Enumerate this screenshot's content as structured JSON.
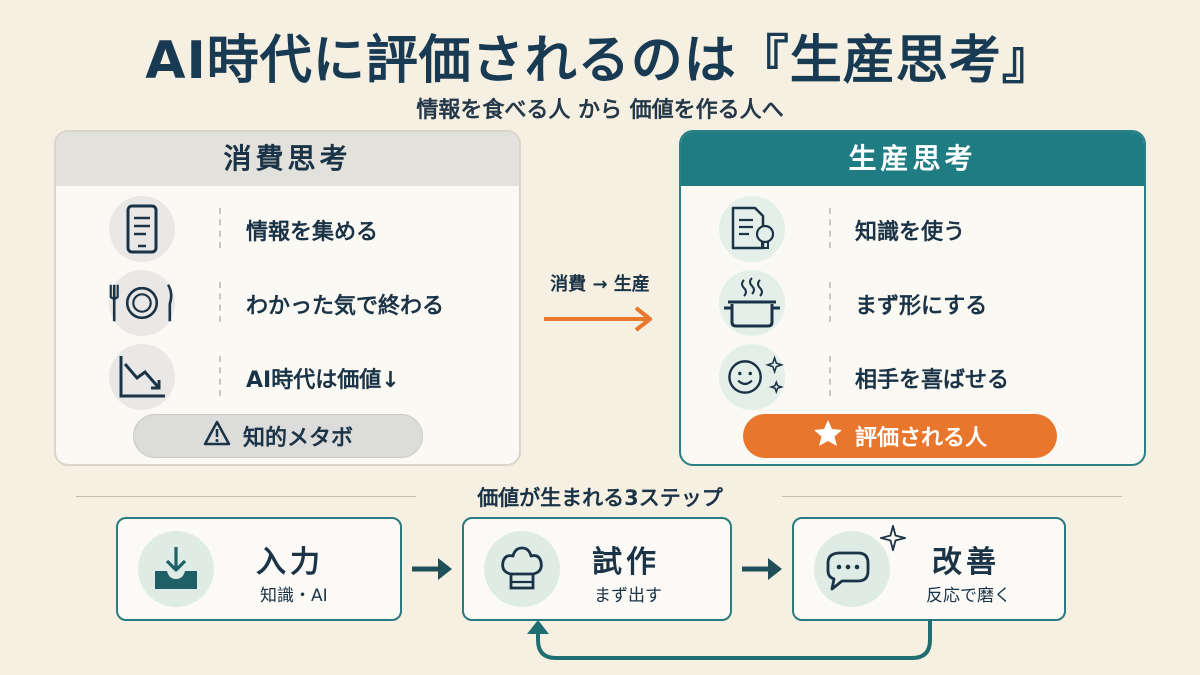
{
  "header": {
    "title": "AI時代に評価されるのは『生産思考』",
    "subtitle": "情報を食べる人 から 価値を作る人へ"
  },
  "left_panel": {
    "title": "消費思考",
    "items": [
      {
        "icon": "smartphone-icon",
        "label": "情報を集める"
      },
      {
        "icon": "plate-cutlery-icon",
        "label": "わかった気で終わる"
      },
      {
        "icon": "downtrend-chart-icon",
        "label": "AI時代は価値↓"
      }
    ],
    "badge": {
      "icon": "warning-icon",
      "label": "知的メタボ"
    }
  },
  "right_panel": {
    "title": "生産思考",
    "items": [
      {
        "icon": "document-lightbulb-icon",
        "label": "知識を使う"
      },
      {
        "icon": "cooking-pot-icon",
        "label": "まず形にする"
      },
      {
        "icon": "smiley-sparkle-icon",
        "label": "相手を喜ばせる"
      }
    ],
    "badge": {
      "icon": "star-icon",
      "label": "評価される人"
    }
  },
  "transition": {
    "label": "消費 → 生産"
  },
  "steps_section": {
    "title": "価値が生まれる3ステップ",
    "steps": [
      {
        "icon": "inbox-download-icon",
        "title": "入力",
        "subtitle": "知識・AI"
      },
      {
        "icon": "chef-hat-icon",
        "title": "試作",
        "subtitle": "まず出す"
      },
      {
        "icon": "chat-bubble-sparkle-icon",
        "title": "改善",
        "subtitle": "反応で磨く"
      }
    ]
  },
  "colors": {
    "background": "#f6f0e2",
    "navy": "#183a52",
    "teal": "#1f7c83",
    "orange": "#e8772d",
    "grey_header": "#e3e1dc"
  }
}
